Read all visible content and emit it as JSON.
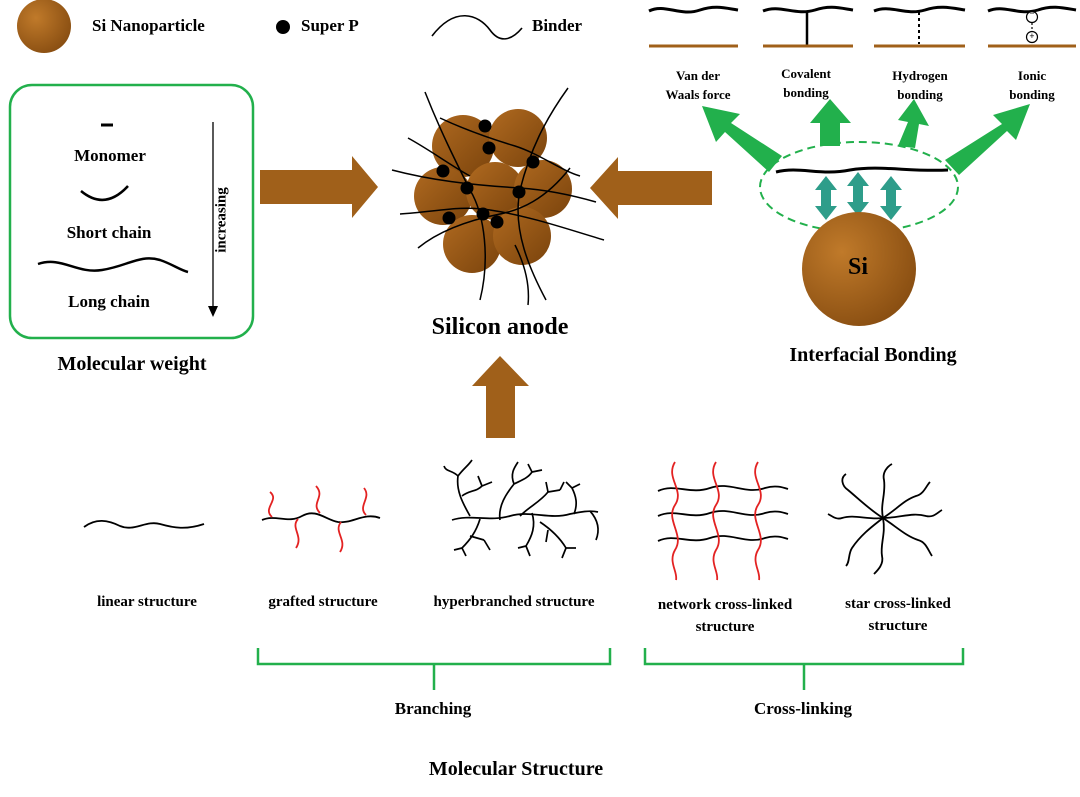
{
  "legend": {
    "si_nanoparticle": "Si Nanoparticle",
    "super_p": "Super P",
    "binder": "Binder"
  },
  "molecular_weight": {
    "monomer": "Monomer",
    "short_chain": "Short chain",
    "long_chain": "Long chain",
    "increasing": "increasing",
    "title": "Molecular weight"
  },
  "center": {
    "title": "Silicon anode"
  },
  "interfacial": {
    "title": "Interfacial Bonding",
    "si_label": "Si",
    "bonds": [
      {
        "line1": "Van der",
        "line2": "Waals force"
      },
      {
        "line1": "Covalent",
        "line2": "bonding"
      },
      {
        "line1": "Hydrogen",
        "line2": "bonding"
      },
      {
        "line1": "Ionic",
        "line2": "bonding"
      }
    ],
    "ionic_minus": "−",
    "ionic_plus": "+"
  },
  "structures": {
    "linear": "linear structure",
    "grafted": "grafted structure",
    "hyperbranched": "hyperbranched structure",
    "network_l1": "network cross-linked",
    "network_l2": "structure",
    "star_l1": "star cross-linked",
    "star_l2": "structure",
    "branching": "Branching",
    "crosslinking": "Cross-linking",
    "title": "Molecular Structure"
  },
  "colors": {
    "brown": "#A0601A",
    "green": "#22B04C",
    "teal": "#2E9D8A",
    "red": "#E32222"
  }
}
